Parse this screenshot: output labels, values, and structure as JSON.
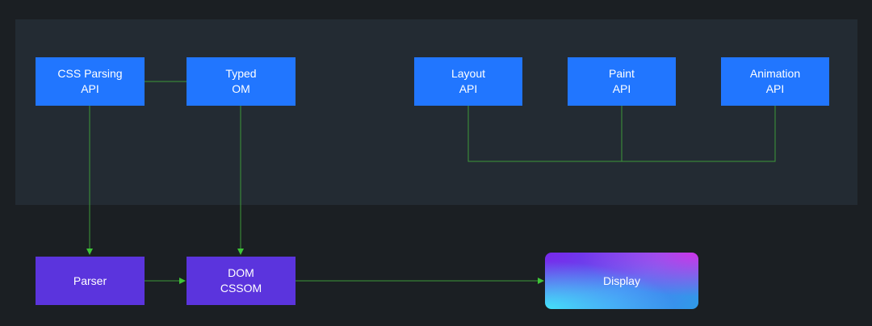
{
  "diagram": {
    "nodes": {
      "css_parsing": {
        "line1": "CSS Parsing",
        "line2": "API"
      },
      "typed_om": {
        "line1": "Typed",
        "line2": "OM"
      },
      "layout": {
        "line1": "Layout",
        "line2": "API"
      },
      "paint": {
        "line1": "Paint",
        "line2": "API"
      },
      "animation": {
        "line1": "Animation",
        "line2": "API"
      },
      "parser": {
        "line1": "Parser"
      },
      "dom_cssom": {
        "line1": "DOM",
        "line2": "CSSOM"
      },
      "display": {
        "line1": "Display"
      }
    },
    "colors": {
      "background": "#1b1f23",
      "panel": "#232b33",
      "api_box": "#2176ff",
      "pipeline_box": "#5b34dd",
      "connector": "#3e9a3a",
      "arrow": "#3ec437"
    }
  }
}
